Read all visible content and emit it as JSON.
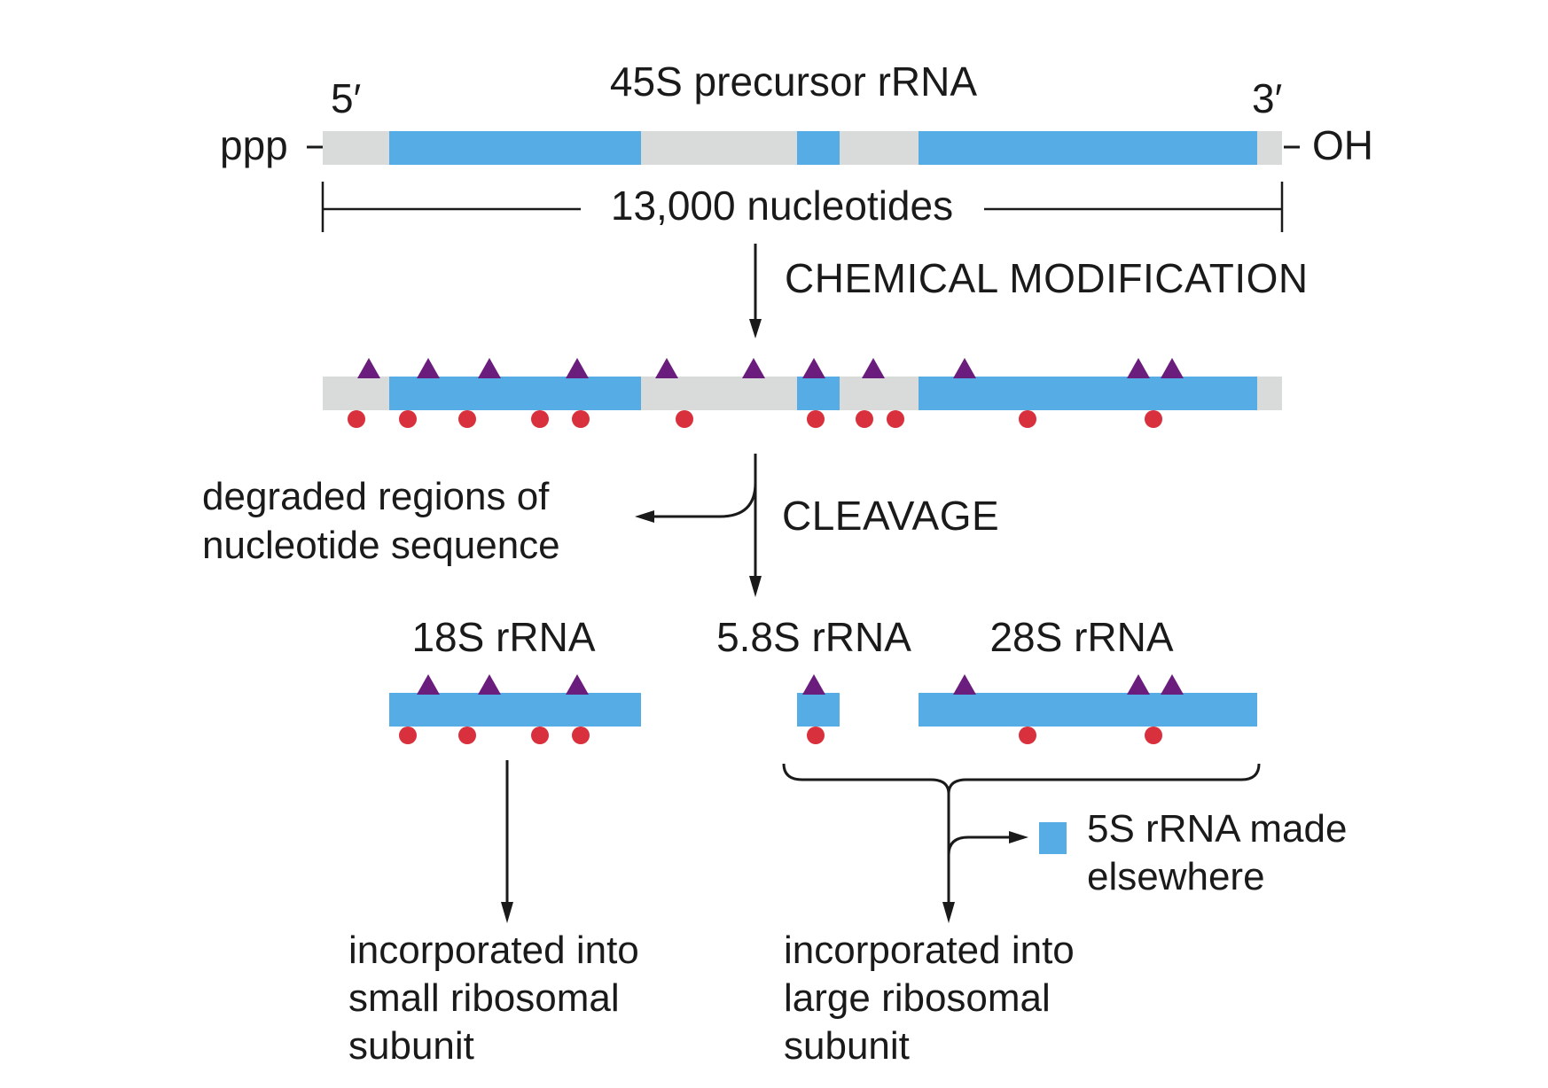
{
  "colors": {
    "spacer": "#d9dbdb",
    "rrna": "#56ade6",
    "triangle": "#6a1d7d",
    "dot": "#d8303c",
    "line": "#1a1a1a"
  },
  "labels": {
    "title": "45S precursor rRNA",
    "five_prime": "5′",
    "three_prime": "3′",
    "ppp": "ppp",
    "oh": "OH",
    "length": "13,000 nucleotides",
    "step_modification": "CHEMICAL MODIFICATION",
    "step_cleavage": "CLEAVAGE",
    "degraded_line1": "degraded regions of",
    "degraded_line2": "nucleotide sequence",
    "rrna_18s": "18S rRNA",
    "rrna_58s": "5.8S rRNA",
    "rrna_28s": "28S rRNA",
    "five_s_line1": "5S rRNA made",
    "five_s_line2": "elsewhere",
    "small_line1": "incorporated into",
    "small_line2": "small ribosomal",
    "small_line3": "subunit",
    "large_line1": "incorporated into",
    "large_line2": "large ribosomal",
    "large_line3": "subunit"
  },
  "legend_icons": {
    "triangle": "modification-triangle-icon",
    "dot": "modification-dot-icon",
    "square": "5s-rrna-square-icon"
  }
}
